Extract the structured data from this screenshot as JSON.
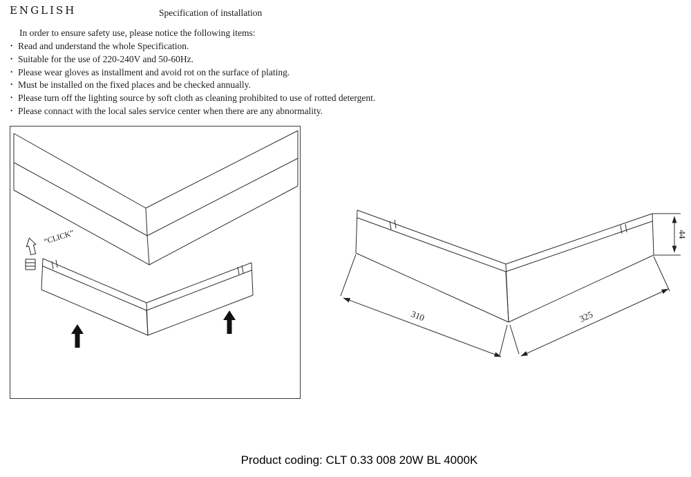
{
  "header": {
    "language": "ENGLISH",
    "title": "Specification of installation"
  },
  "instructions": {
    "intro": "In order to ensure safety use, please notice the following items:",
    "items": [
      "Read and understand the whole Specification.",
      "Suitable for the use of 220-240V and 50-60Hz.",
      "Please wear gloves as installment and avoid rot on the surface of plating.",
      "Must be installed on the fixed places and be checked annually.",
      "Please turn off the lighting source by soft cloth as cleaning prohibited to use of rotted detergent.",
      "Please connact with the local sales service center when there are any abnormality."
    ]
  },
  "install_figure": {
    "click_label": "“CLICK”"
  },
  "dimension_figure": {
    "height_mm": "44",
    "left_length_mm": "310",
    "right_length_mm": "325"
  },
  "footer": {
    "product_coding": "Product coding: CLT 0.33 008 20W BL 4000K"
  }
}
